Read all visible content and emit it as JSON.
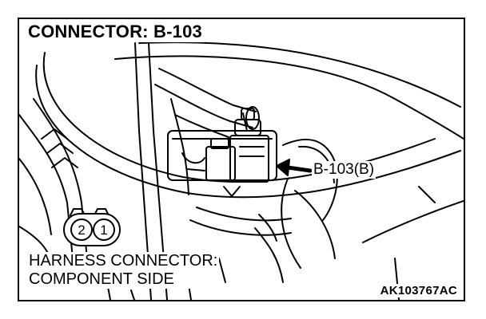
{
  "connector_title": "CONNECTOR: B-103",
  "callout_label": "B-103(B)",
  "harness_label": {
    "line1": "HARNESS CONNECTOR:",
    "line2": "COMPONENT SIDE"
  },
  "pin_labels": [
    "2",
    "1"
  ],
  "figure_code": "AK103767AC"
}
